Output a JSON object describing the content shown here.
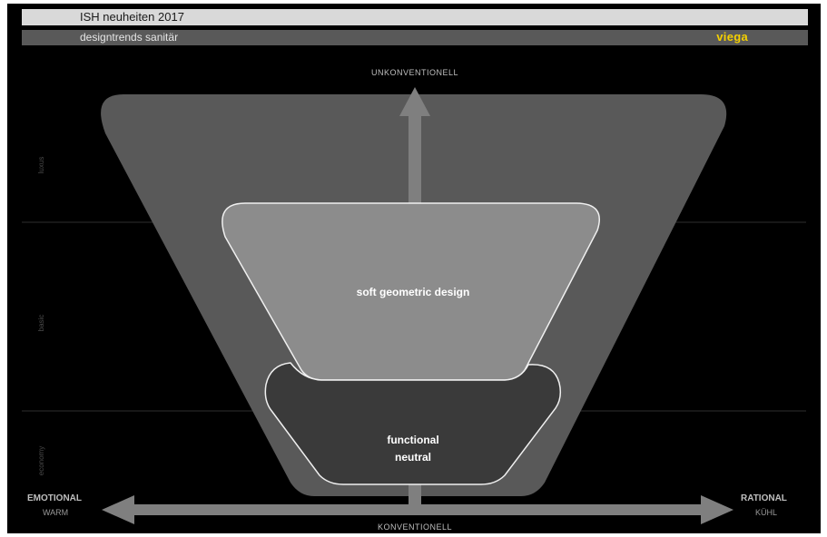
{
  "header": {
    "title": "ISH neuheiten 2017",
    "subtitle": "designtrends sanitär",
    "logo_text": "viega"
  },
  "axes": {
    "top": "UNKONVENTIONELL",
    "bottom": "KONVENTIONELL",
    "left_line1": "EMOTIONAL",
    "left_line2": "WARM",
    "right_line1": "RATIONAL",
    "right_line2": "KÜHL"
  },
  "levels": {
    "top": "luxus",
    "middle": "basic",
    "bottom": "economy"
  },
  "segments": {
    "middle": "soft geometric design",
    "bottom_line1": "functional",
    "bottom_line2": "neutral"
  },
  "colors": {
    "background": "#000000",
    "outer_funnel": "#595959",
    "middle_shape": "#8c8c8c",
    "bottom_shape": "#3a3a3a",
    "arrow": "#7f7f7f",
    "logo": "#f5d000"
  }
}
